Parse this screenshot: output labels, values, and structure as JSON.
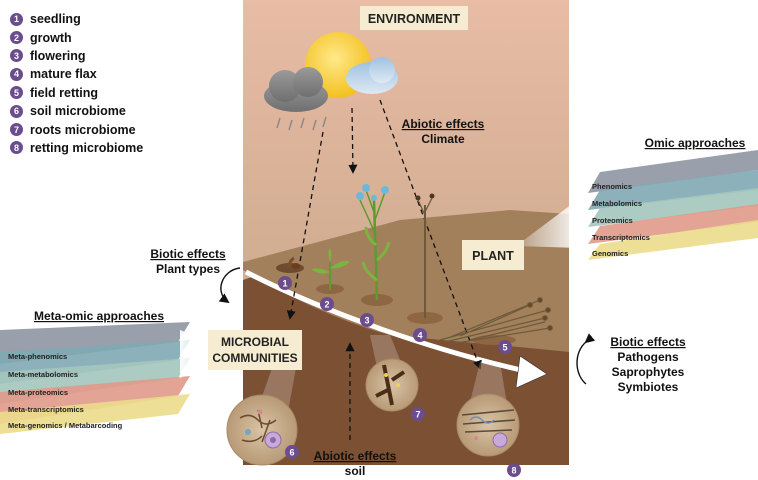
{
  "legend": {
    "items": [
      {
        "num": "1",
        "label": "seedling"
      },
      {
        "num": "2",
        "label": "growth"
      },
      {
        "num": "3",
        "label": "flowering"
      },
      {
        "num": "4",
        "label": "mature flax"
      },
      {
        "num": "5",
        "label": "field retting"
      },
      {
        "num": "6",
        "label": "soil microbiome"
      },
      {
        "num": "7",
        "label": "roots microbiome"
      },
      {
        "num": "8",
        "label": "retting microbiome"
      }
    ]
  },
  "environment": {
    "title": "ENVIRONMENT",
    "abiotic_climate": {
      "heading": "Abiotic effects",
      "sub": "Climate"
    },
    "abiotic_soil": {
      "heading": "Abiotic effects",
      "sub": "soil"
    }
  },
  "plant_box": "PLANT",
  "microbial_box": [
    "MICROBIAL",
    "COMMUNITIES"
  ],
  "biotic_left": {
    "heading": "Biotic effects",
    "sub": "Plant types"
  },
  "biotic_right": {
    "heading": "Biotic effects",
    "lines": [
      "Pathogens",
      "Saprophytes",
      "Symbiotes"
    ]
  },
  "omic": {
    "title": "Omic approaches",
    "layers": [
      "Phenomics",
      "Metabolomics",
      "Proteomics",
      "Transcriptomics",
      "Genomics"
    ]
  },
  "meta_omic": {
    "title": "Meta-omic approaches",
    "layers": [
      "Meta-phenomics",
      "Meta-metabolomics",
      "Meta-proteomics",
      "Meta-transcriptomics",
      "Meta-genomics / Metabarcoding"
    ]
  },
  "stage_markers": [
    "1",
    "2",
    "3",
    "4",
    "5",
    "6",
    "7",
    "8"
  ],
  "colors": {
    "sky_top": "#e6b9a1",
    "sky_bottom": "#d3ae93",
    "soil": "#7d5232",
    "marker": "#6b4c8c",
    "layer_phenomics": "#8e95a2",
    "layer_metabolomics": "#7fa8b3",
    "layer_proteomics": "#a3c6bc",
    "layer_transcriptomics": "#e19a8a",
    "layer_genomics": "#ebdc8a"
  }
}
